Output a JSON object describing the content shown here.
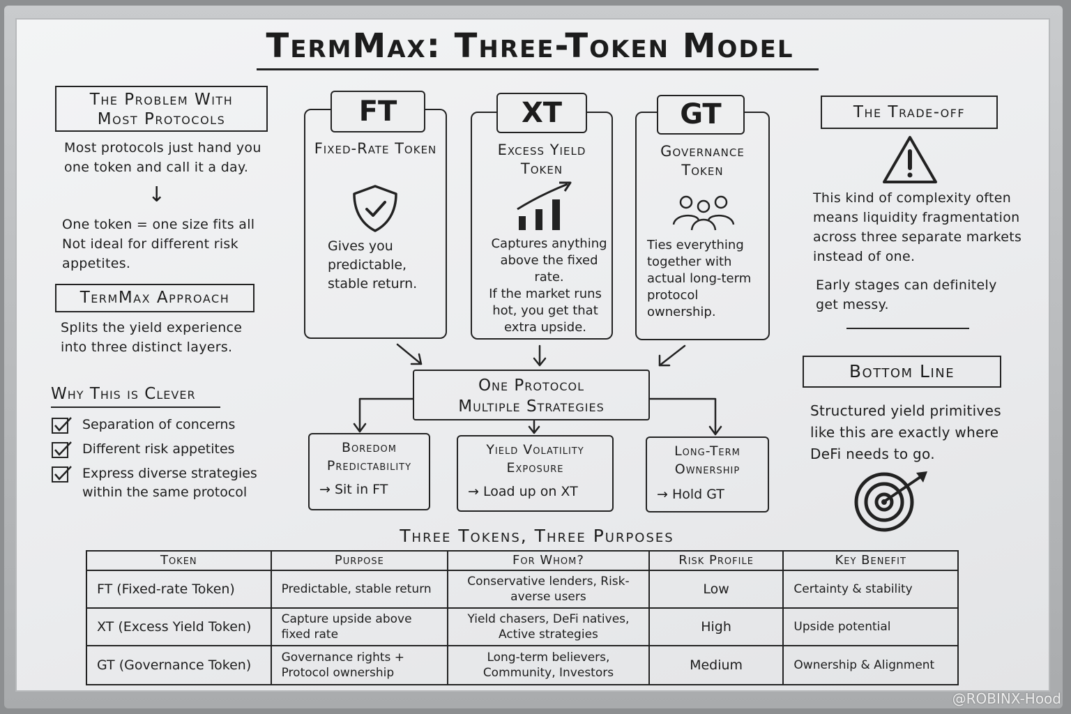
{
  "title": "TermMax: Three-Token Model",
  "problem": {
    "heading_l1": "The Problem With",
    "heading_l2": "Most Protocols",
    "text": "Most protocols just hand you one token and call it a day.",
    "arrow": "↓",
    "text2": "One token = one size fits all Not ideal for different risk appetites."
  },
  "approach": {
    "heading": "TermMax Approach",
    "text": "Splits the yield experience into three distinct layers."
  },
  "clever": {
    "heading": "Why This is Clever",
    "items": [
      "Separation of concerns",
      "Different risk appetites",
      "Express diverse strategies within the same protocol"
    ]
  },
  "tokens": [
    {
      "tag": "FT",
      "title": "Fixed-Rate Token",
      "desc": "Gives you predictable, stable return.",
      "icon": "shield-check-icon"
    },
    {
      "tag": "XT",
      "title": "Excess Yield Token",
      "desc": "Captures anything above the fixed rate.",
      "desc2": "If the market runs hot, you get that extra upside.",
      "icon": "bar-chart-up-icon"
    },
    {
      "tag": "GT",
      "title": "Governance Token",
      "desc": "Ties everything together with actual long-term protocol ownership.",
      "icon": "people-group-icon"
    }
  ],
  "center": {
    "l1": "One Protocol",
    "l2": "Multiple Strategies"
  },
  "strategies": [
    {
      "title_l1": "Boredom",
      "title_l2": "Predictability",
      "action": "→ Sit in FT"
    },
    {
      "title_l1": "Yield Volatility",
      "title_l2": "Exposure",
      "action": "→ Load up on XT"
    },
    {
      "title_l1": "Long-Term",
      "title_l2": "Ownership",
      "action": "→ Hold  GT"
    }
  ],
  "tradeoff": {
    "heading": "The Trade-off",
    "icon": "warning-triangle-icon",
    "text": "This kind of complexity often means liquidity fragmentation across three separate markets instead of one.",
    "text2": "Early stages can definitely get messy."
  },
  "bottom": {
    "heading": "Bottom Line",
    "text": "Structured yield primitives like this are exactly where DeFi needs to go.",
    "icon": "target-dart-icon"
  },
  "table": {
    "title": "Three Tokens, Three Purposes",
    "headers": [
      "Token",
      "Purpose",
      "For Whom?",
      "Risk Profile",
      "Key Benefit"
    ],
    "rows": [
      [
        "FT (Fixed-rate Token)",
        "Predictable, stable return",
        "Conservative lenders, Risk-averse users",
        "Low",
        "Certainty & stability"
      ],
      [
        "XT (Excess Yield Token)",
        "Capture upside above fixed rate",
        "Yield chasers, DeFi natives, Active strategies",
        "High",
        "Upside potential"
      ],
      [
        "GT (Governance Token)",
        "Governance rights + Protocol ownership",
        "Long-term believers, Community, Investors",
        "Medium",
        "Ownership & Alignment"
      ]
    ]
  },
  "watermark": "@ROBINX-Hood"
}
